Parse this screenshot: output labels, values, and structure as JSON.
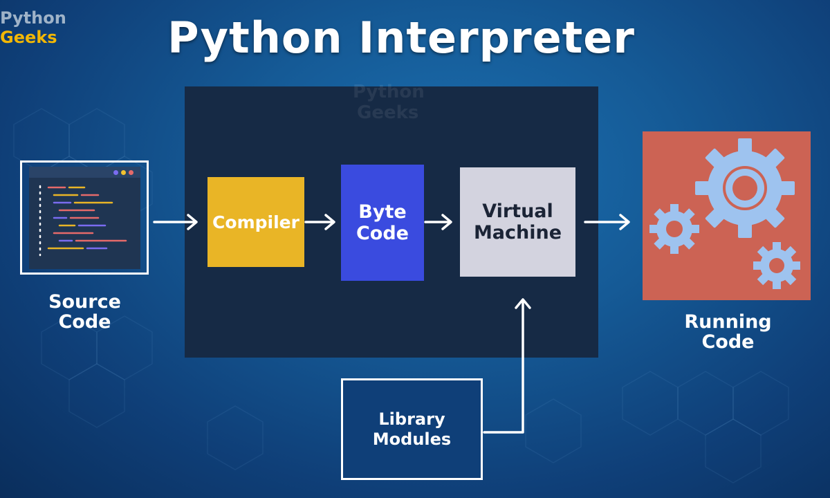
{
  "logo": {
    "line1": "Python",
    "line2": "Geeks"
  },
  "title": "Python Interpreter",
  "watermark": {
    "line1": "Python",
    "line2": "Geeks"
  },
  "nodes": {
    "source": {
      "label": "Source Code"
    },
    "compiler": {
      "label": "Compiler"
    },
    "bytecode": {
      "label": "Byte Code"
    },
    "vm": {
      "label": "Virtual Machine"
    },
    "library": {
      "label": "Library Modules"
    },
    "running": {
      "label": "Running Code"
    }
  },
  "edges": [
    {
      "from": "source",
      "to": "compiler"
    },
    {
      "from": "compiler",
      "to": "bytecode"
    },
    {
      "from": "bytecode",
      "to": "vm"
    },
    {
      "from": "vm",
      "to": "running"
    },
    {
      "from": "library",
      "to": "vm"
    }
  ],
  "colors": {
    "background": "#155a96",
    "panel": "#162a45",
    "compiler": "#e9b526",
    "bytecode": "#3a4bdf",
    "vm": "#d3d3df",
    "library": "#0f3f78",
    "running": "#cc6354",
    "gear": "#9ec3ef",
    "logo_accent": "#f2b705"
  },
  "icons": [
    "code-editor-icon",
    "gears-icon",
    "arrow-right-icon",
    "arrow-up-icon"
  ]
}
